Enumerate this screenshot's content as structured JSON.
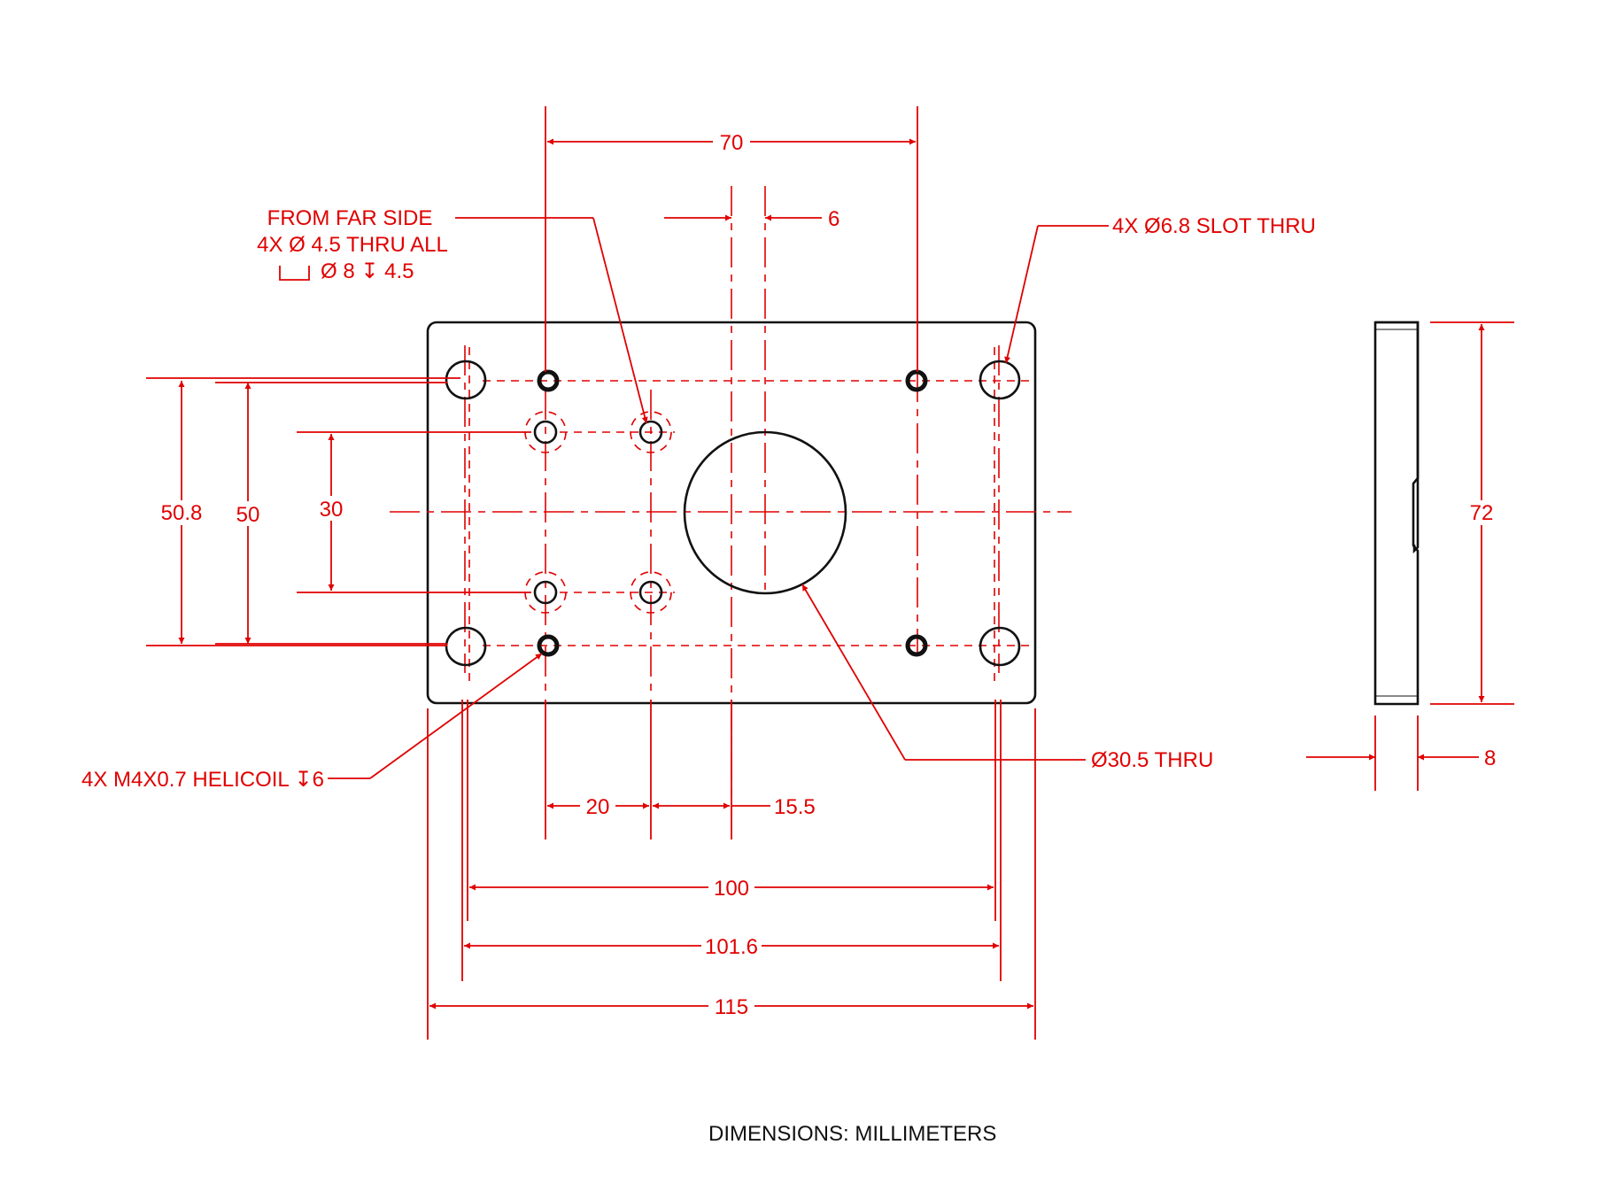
{
  "dimensions": {
    "d70": "70",
    "d6": "6",
    "d50_8": "50.8",
    "d50": "50",
    "d30": "30",
    "d72": "72",
    "d8": "8",
    "d20": "20",
    "d15_5": "15.5",
    "d100": "100",
    "d101_6": "101.6",
    "d115": "115"
  },
  "notes": {
    "far_side_line1": "FROM FAR SIDE",
    "far_side_line2": "4X  Ø  4.5 THRU ALL",
    "far_side_line3": "Ø 8 ↧ 4.5",
    "slot": "4X  Ø6.8 SLOT THRU",
    "helicoil": "4X M4X0.7 HELICOIL ↧6",
    "bore": "Ø30.5 THRU"
  },
  "footer": {
    "units": "DIMENSIONS:  MILLIMETERS"
  },
  "colors": {
    "dimension": "#e00000",
    "part": "#111111",
    "background": "#ffffff"
  }
}
